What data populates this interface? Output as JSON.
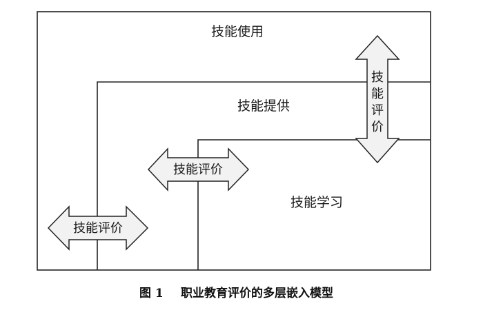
{
  "diagram": {
    "layers": {
      "outer": "技能使用",
      "middle": "技能提供",
      "inner": "技能学习"
    },
    "arrows": {
      "vertical": "技能评价",
      "middle": "技能评价",
      "lower": "技能评价"
    },
    "colors": {
      "line": "#222222",
      "arrow_fill": "#f2f2f2"
    }
  },
  "caption": {
    "number": "图 1",
    "title": "职业教育评价的多层嵌入模型"
  }
}
